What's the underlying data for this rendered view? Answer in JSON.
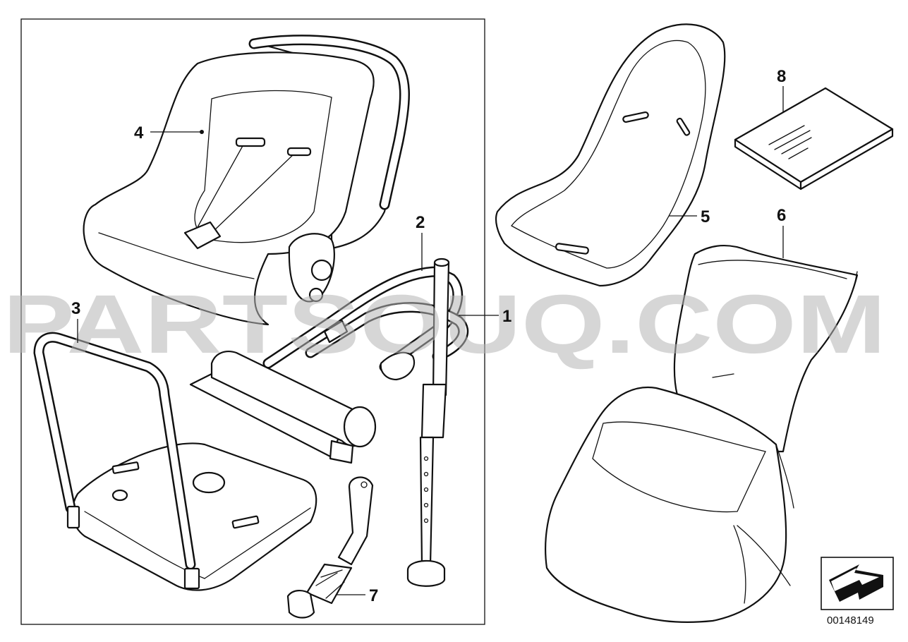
{
  "diagram": {
    "callouts": [
      {
        "id": "1",
        "label": "1"
      },
      {
        "id": "2",
        "label": "2"
      },
      {
        "id": "3",
        "label": "3"
      },
      {
        "id": "4",
        "label": "4"
      },
      {
        "id": "5",
        "label": "5"
      },
      {
        "id": "6",
        "label": "6"
      },
      {
        "id": "7",
        "label": "7"
      },
      {
        "id": "8",
        "label": "8"
      }
    ],
    "document_number": "00148149",
    "watermark": "PARTSOUQ.COM",
    "icons": [
      "navigation-arrow-icon"
    ]
  }
}
